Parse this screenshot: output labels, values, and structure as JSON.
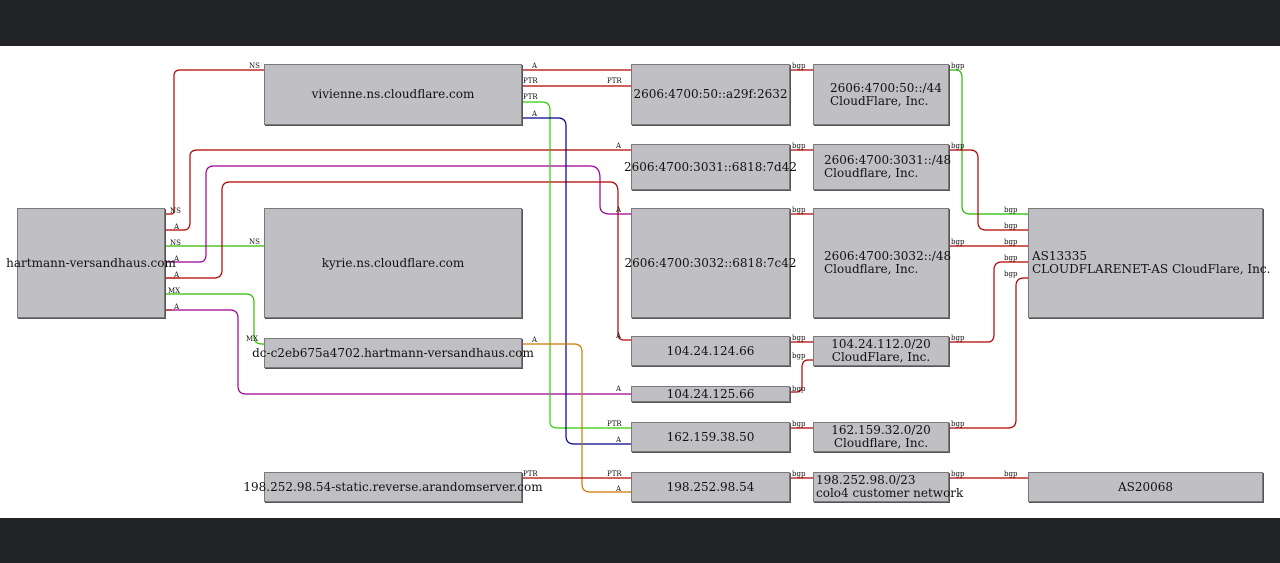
{
  "nodes": {
    "hartmann": "hartmann-versandhaus.com",
    "vivienne": "vivienne.ns.cloudflare.com",
    "kyrie": "kyrie.ns.cloudflare.com",
    "dc": "dc-c2eb675a4702.hartmann-versandhaus.com",
    "arandom": "198.252.98.54-static.reverse.arandomserver.com",
    "ip6_a29f": "2606:4700:50::a29f:2632",
    "ip6_7d42": "2606:4700:3031::6818:7d42",
    "ip6_7c42": "2606:4700:3032::6818:7c42",
    "ip4_12466": "104.24.124.66",
    "ip4_12566": "104.24.125.66",
    "ip4_162": "162.159.38.50",
    "ip4_198": "198.252.98.54",
    "net_50": [
      "2606:4700:50::/44",
      "CloudFlare, Inc."
    ],
    "net_3031": [
      "2606:4700:3031::/48",
      "Cloudflare, Inc."
    ],
    "net_3032": [
      "2606:4700:3032::/48",
      "Cloudflare, Inc."
    ],
    "net_104": [
      "104.24.112.0/20",
      "CloudFlare, Inc."
    ],
    "net_162": [
      "162.159.32.0/20",
      "Cloudflare, Inc."
    ],
    "net_198": [
      "198.252.98.0/23",
      "colo4 customer network"
    ],
    "as13335": [
      "AS13335",
      "CLOUDFLARENET-AS CloudFlare, Inc."
    ],
    "as20068": "AS20068"
  },
  "edge_labels": {
    "ns": "NS",
    "a": "A",
    "mx": "MX",
    "ptr": "PTR",
    "bgp": "bgp"
  },
  "colors": {
    "ns": "#b00000",
    "a_red": "#b00000",
    "a_purple": "#990099",
    "mx": "#33bb00",
    "ptr": "#33cc00",
    "a_navy": "#000088",
    "a_orange": "#cc7700",
    "bgp_green": "#22bb00"
  }
}
